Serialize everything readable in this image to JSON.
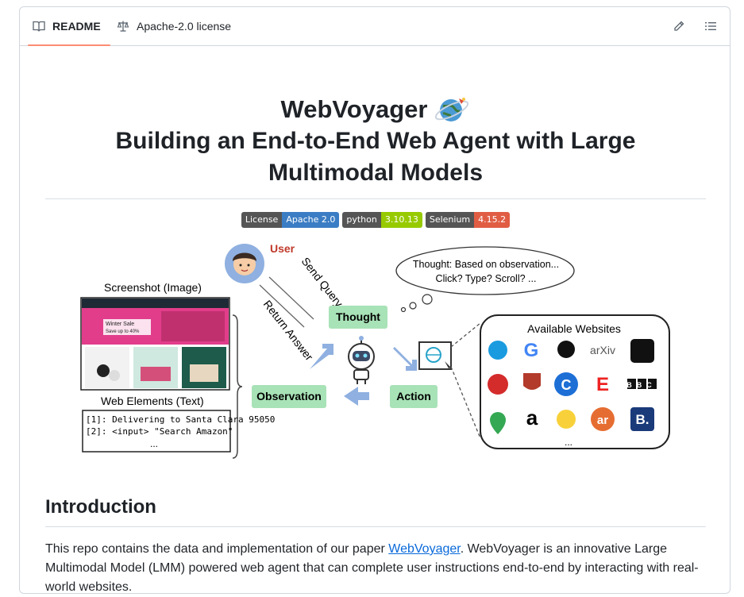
{
  "tabs": {
    "readme": "README",
    "license": "Apache-2.0 license"
  },
  "title": {
    "line1": "WebVoyager",
    "line2": "Building an End-to-End Web Agent with Large",
    "line3": "Multimodal Models"
  },
  "badges": [
    {
      "label": "License",
      "value": "Apache 2.0",
      "color": "#3b7dc4"
    },
    {
      "label": "python",
      "value": "3.10.13",
      "color": "#97ca00"
    },
    {
      "label": "Selenium",
      "value": "4.15.2",
      "color": "#e05d44"
    }
  ],
  "diagram": {
    "user": "User",
    "send_query": "Send Query",
    "return_answer": "Return Answer",
    "screenshot_label": "Screenshot (Image)",
    "web_elements_label": "Web Elements (Text)",
    "elements_line1": "[1]: Delivering to Santa Clara 95050",
    "elements_line2": "[2]: <input> \"Search Amazon\"",
    "ellipsis": "...",
    "thought": "Thought",
    "observation": "Observation",
    "action": "Action",
    "thought_bubble_1": "Thought: Based on observation...",
    "thought_bubble_2": "Click? Type? Scroll? ...",
    "available_websites": "Available Websites",
    "sale_text": "Winter Sale",
    "sale_sub": "Save up to 40%",
    "arxiv": "arXiv",
    "bbc": "BBC",
    "arrow_a": "a",
    "ar": "ar",
    "booking": "B."
  },
  "intro": {
    "heading": "Introduction",
    "p_before": "This repo contains the data and implementation of our paper ",
    "link": "WebVoyager",
    "p_after": ". WebVoyager is an innovative Large Multimodal Model (LMM) powered web agent that can complete user instructions end-to-end by interacting with real-world websites."
  }
}
